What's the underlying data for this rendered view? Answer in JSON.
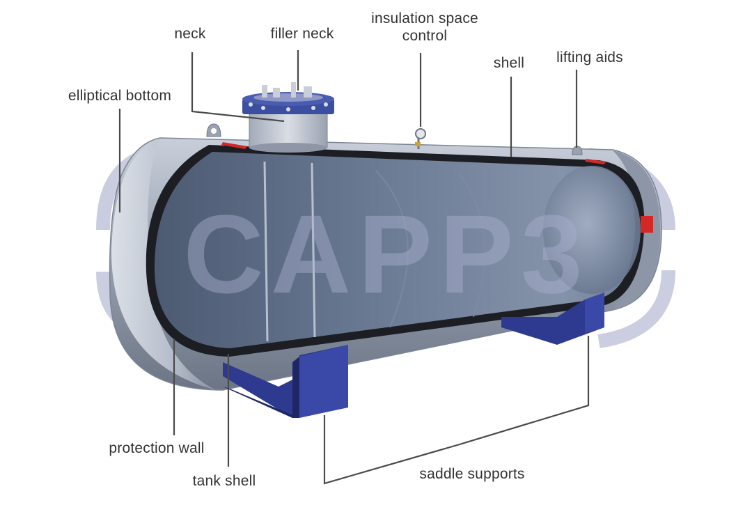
{
  "watermark": {
    "text": "CAPP3",
    "color": "#aab0cf"
  },
  "labels": {
    "neck": "neck",
    "filler_neck": "filler neck",
    "insulation_line1": "insulation space",
    "insulation_line2": "control",
    "shell": "shell",
    "lifting_aids": "lifting aids",
    "elliptical_bottom": "elliptical bottom",
    "protection_wall": "protection wall",
    "tank_shell": "tank shell",
    "saddle_supports": "saddle supports"
  },
  "colors": {
    "tank_body": "#9aa3b2",
    "tank_interior": "#5d6d86",
    "saddle": "#2d3a8f",
    "flange": "#3b4fa0",
    "leader_lines": "#4a4a4a",
    "red_marker": "#d42828"
  }
}
